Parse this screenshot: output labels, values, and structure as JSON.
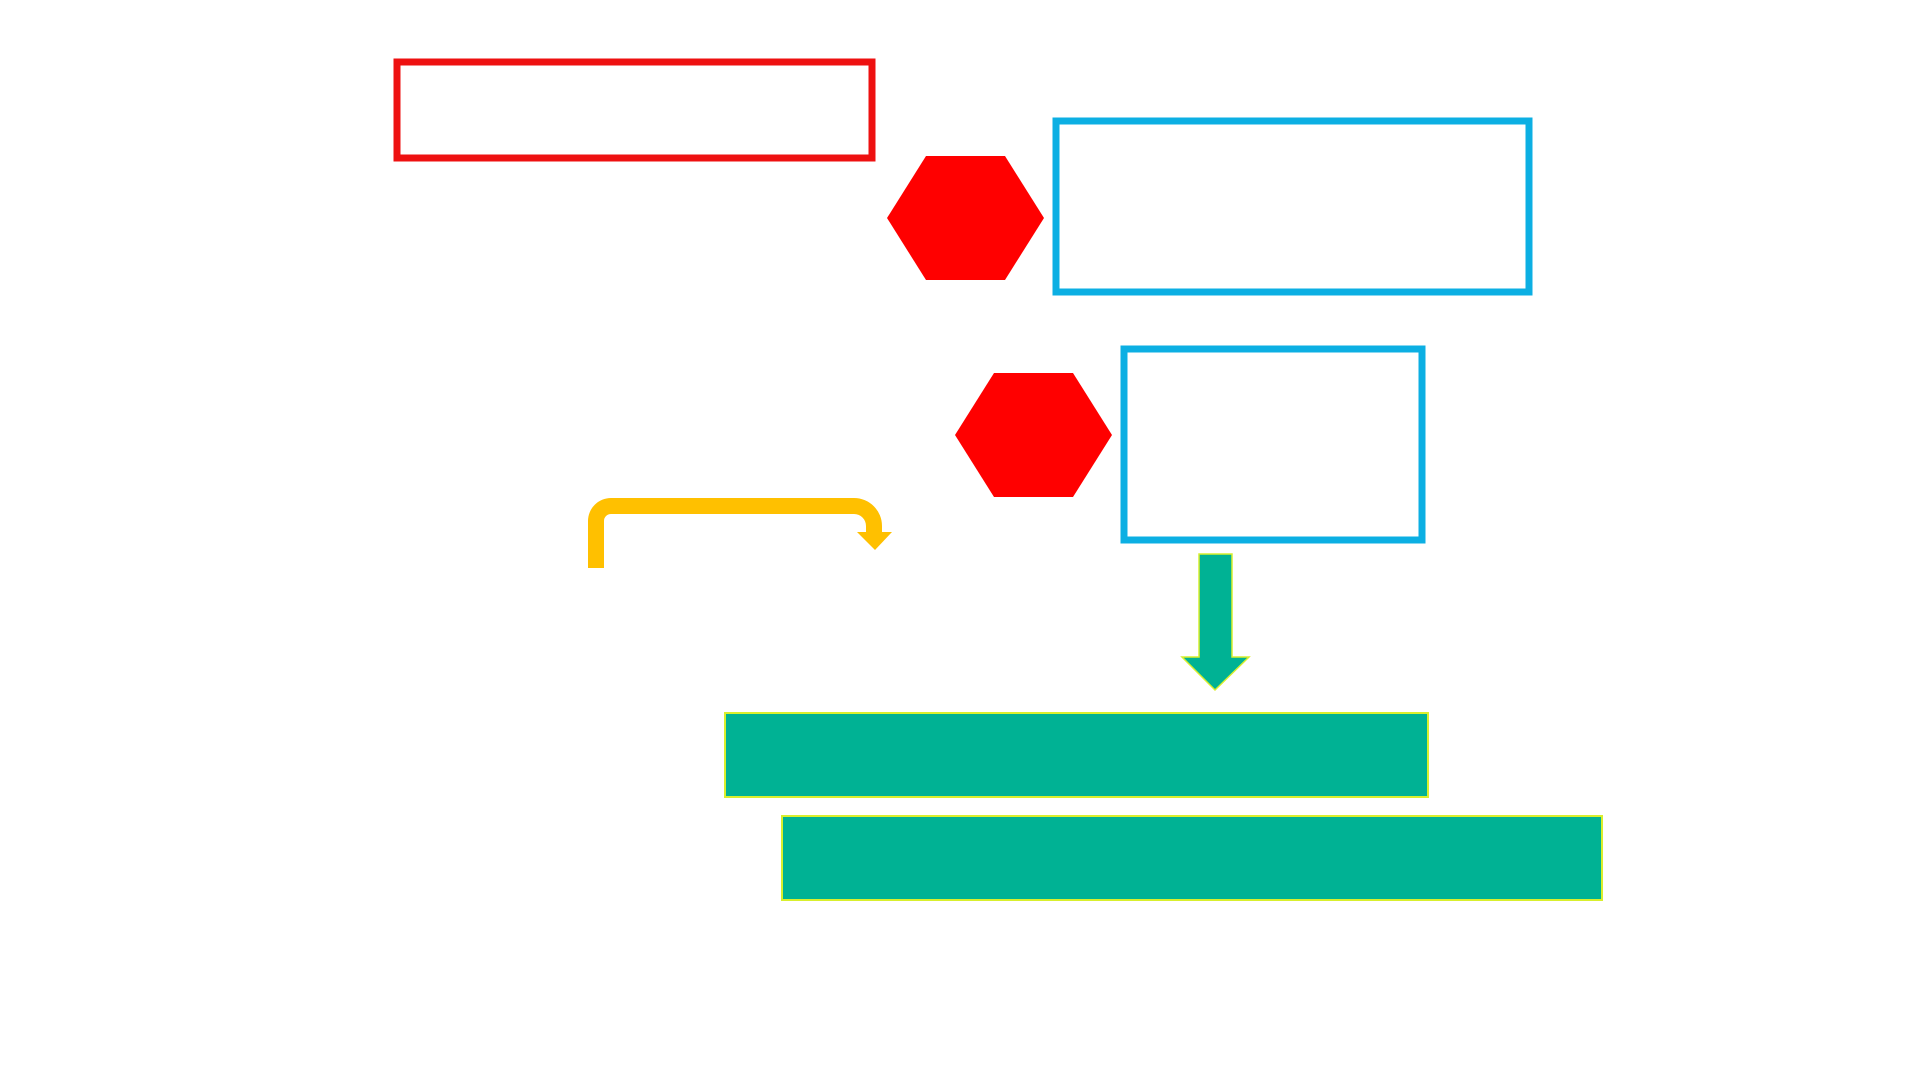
{
  "diagram": {
    "background_color": "#ffffff",
    "colors": {
      "red": "#ff0000",
      "red_outline": "#ee1111",
      "blue_outline": "#0cafe3",
      "orange_arrow": "#ffc000",
      "teal_fill": "#00b294",
      "teal_edge": "#d9ef2d"
    },
    "nodes": [
      {
        "id": "red-outline-box",
        "shape": "rectangle-outline",
        "color": "red_outline",
        "label": ""
      },
      {
        "id": "hexagon-1",
        "shape": "hexagon",
        "color": "red",
        "label": ""
      },
      {
        "id": "blue-box-1",
        "shape": "rectangle-outline",
        "color": "blue_outline",
        "label": ""
      },
      {
        "id": "hexagon-2",
        "shape": "hexagon",
        "color": "red",
        "label": ""
      },
      {
        "id": "blue-box-2",
        "shape": "rectangle-outline",
        "color": "blue_outline",
        "label": ""
      },
      {
        "id": "teal-bar-1",
        "shape": "rectangle-filled",
        "color": "teal_fill",
        "label": ""
      },
      {
        "id": "teal-bar-2",
        "shape": "rectangle-filled",
        "color": "teal_fill",
        "label": ""
      }
    ],
    "connectors": [
      {
        "id": "uturn-arrow",
        "shape": "u-turn-arrow",
        "color": "orange_arrow",
        "direction": "right-then-down"
      },
      {
        "id": "down-arrow",
        "shape": "block-arrow-down",
        "color": "teal_fill",
        "from": "blue-box-2",
        "to": "teal-bar-1"
      }
    ]
  }
}
